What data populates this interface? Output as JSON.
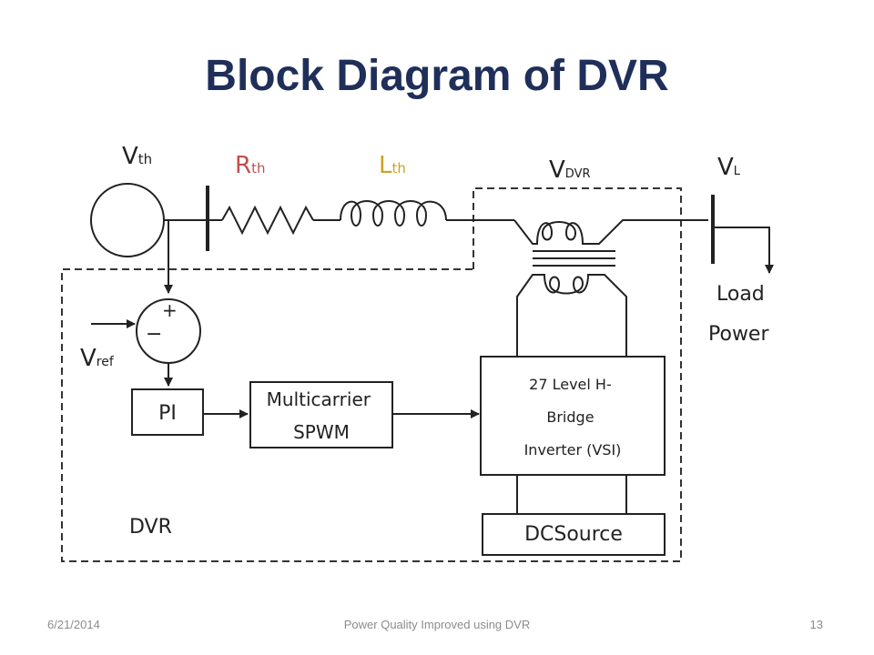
{
  "slide": {
    "title": "Block Diagram of DVR",
    "footer_date": "6/21/2014",
    "footer_center": "Power Quality Improved using DVR",
    "page_number": "13"
  },
  "diagram": {
    "source_label": "V",
    "source_label_sub": "th",
    "resistor_label": "R",
    "resistor_label_sub": "th",
    "inductor_label": "L",
    "inductor_label_sub": "th",
    "transformer_label": "V",
    "transformer_label_sub": "DVR",
    "load_voltage_label": "V",
    "load_voltage_label_sub": "L",
    "load_label_line1": "Load",
    "load_label_line2": "Power",
    "summer_plus": "+",
    "summer_minus": "−",
    "vref_label": "V",
    "vref_label_sub": "ref",
    "pi_label": "PI",
    "spwm_line1": "Multicarrier",
    "spwm_line2": "SPWM",
    "inverter_line1": "27 Level H-",
    "inverter_line2": "Bridge",
    "inverter_line3": "Inverter (VSI)",
    "dc_source_label": "DCSource",
    "dvr_label": "DVR"
  }
}
